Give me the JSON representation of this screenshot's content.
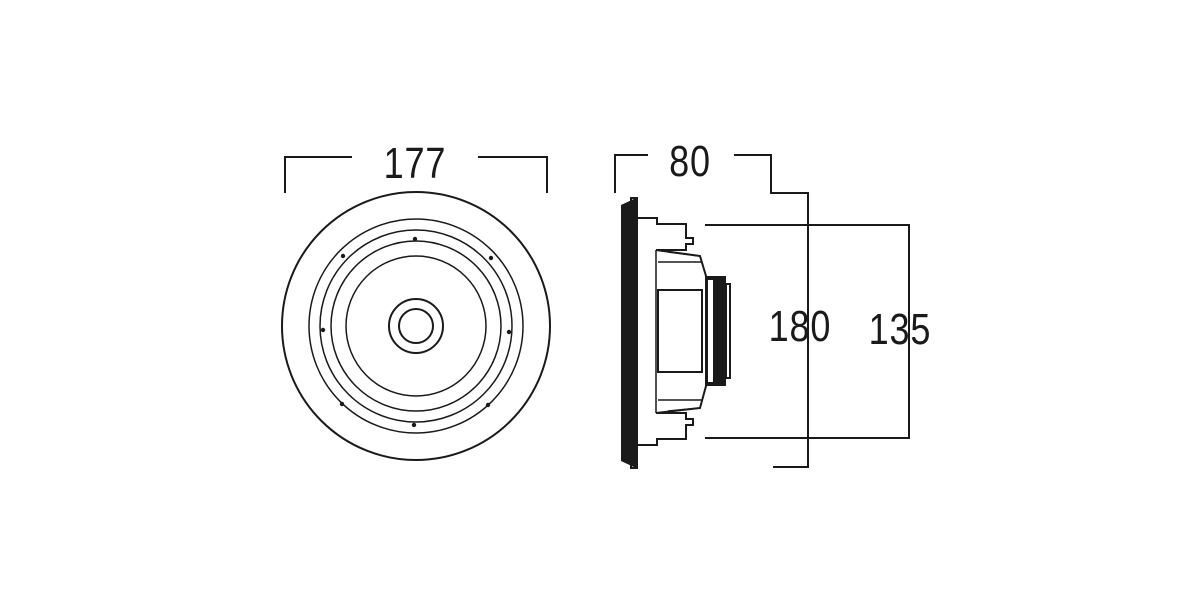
{
  "front_view": {
    "width_label": "177"
  },
  "side_view": {
    "depth_label": "80",
    "outer_diameter_label": "180",
    "cutout_diameter_label": "135"
  }
}
